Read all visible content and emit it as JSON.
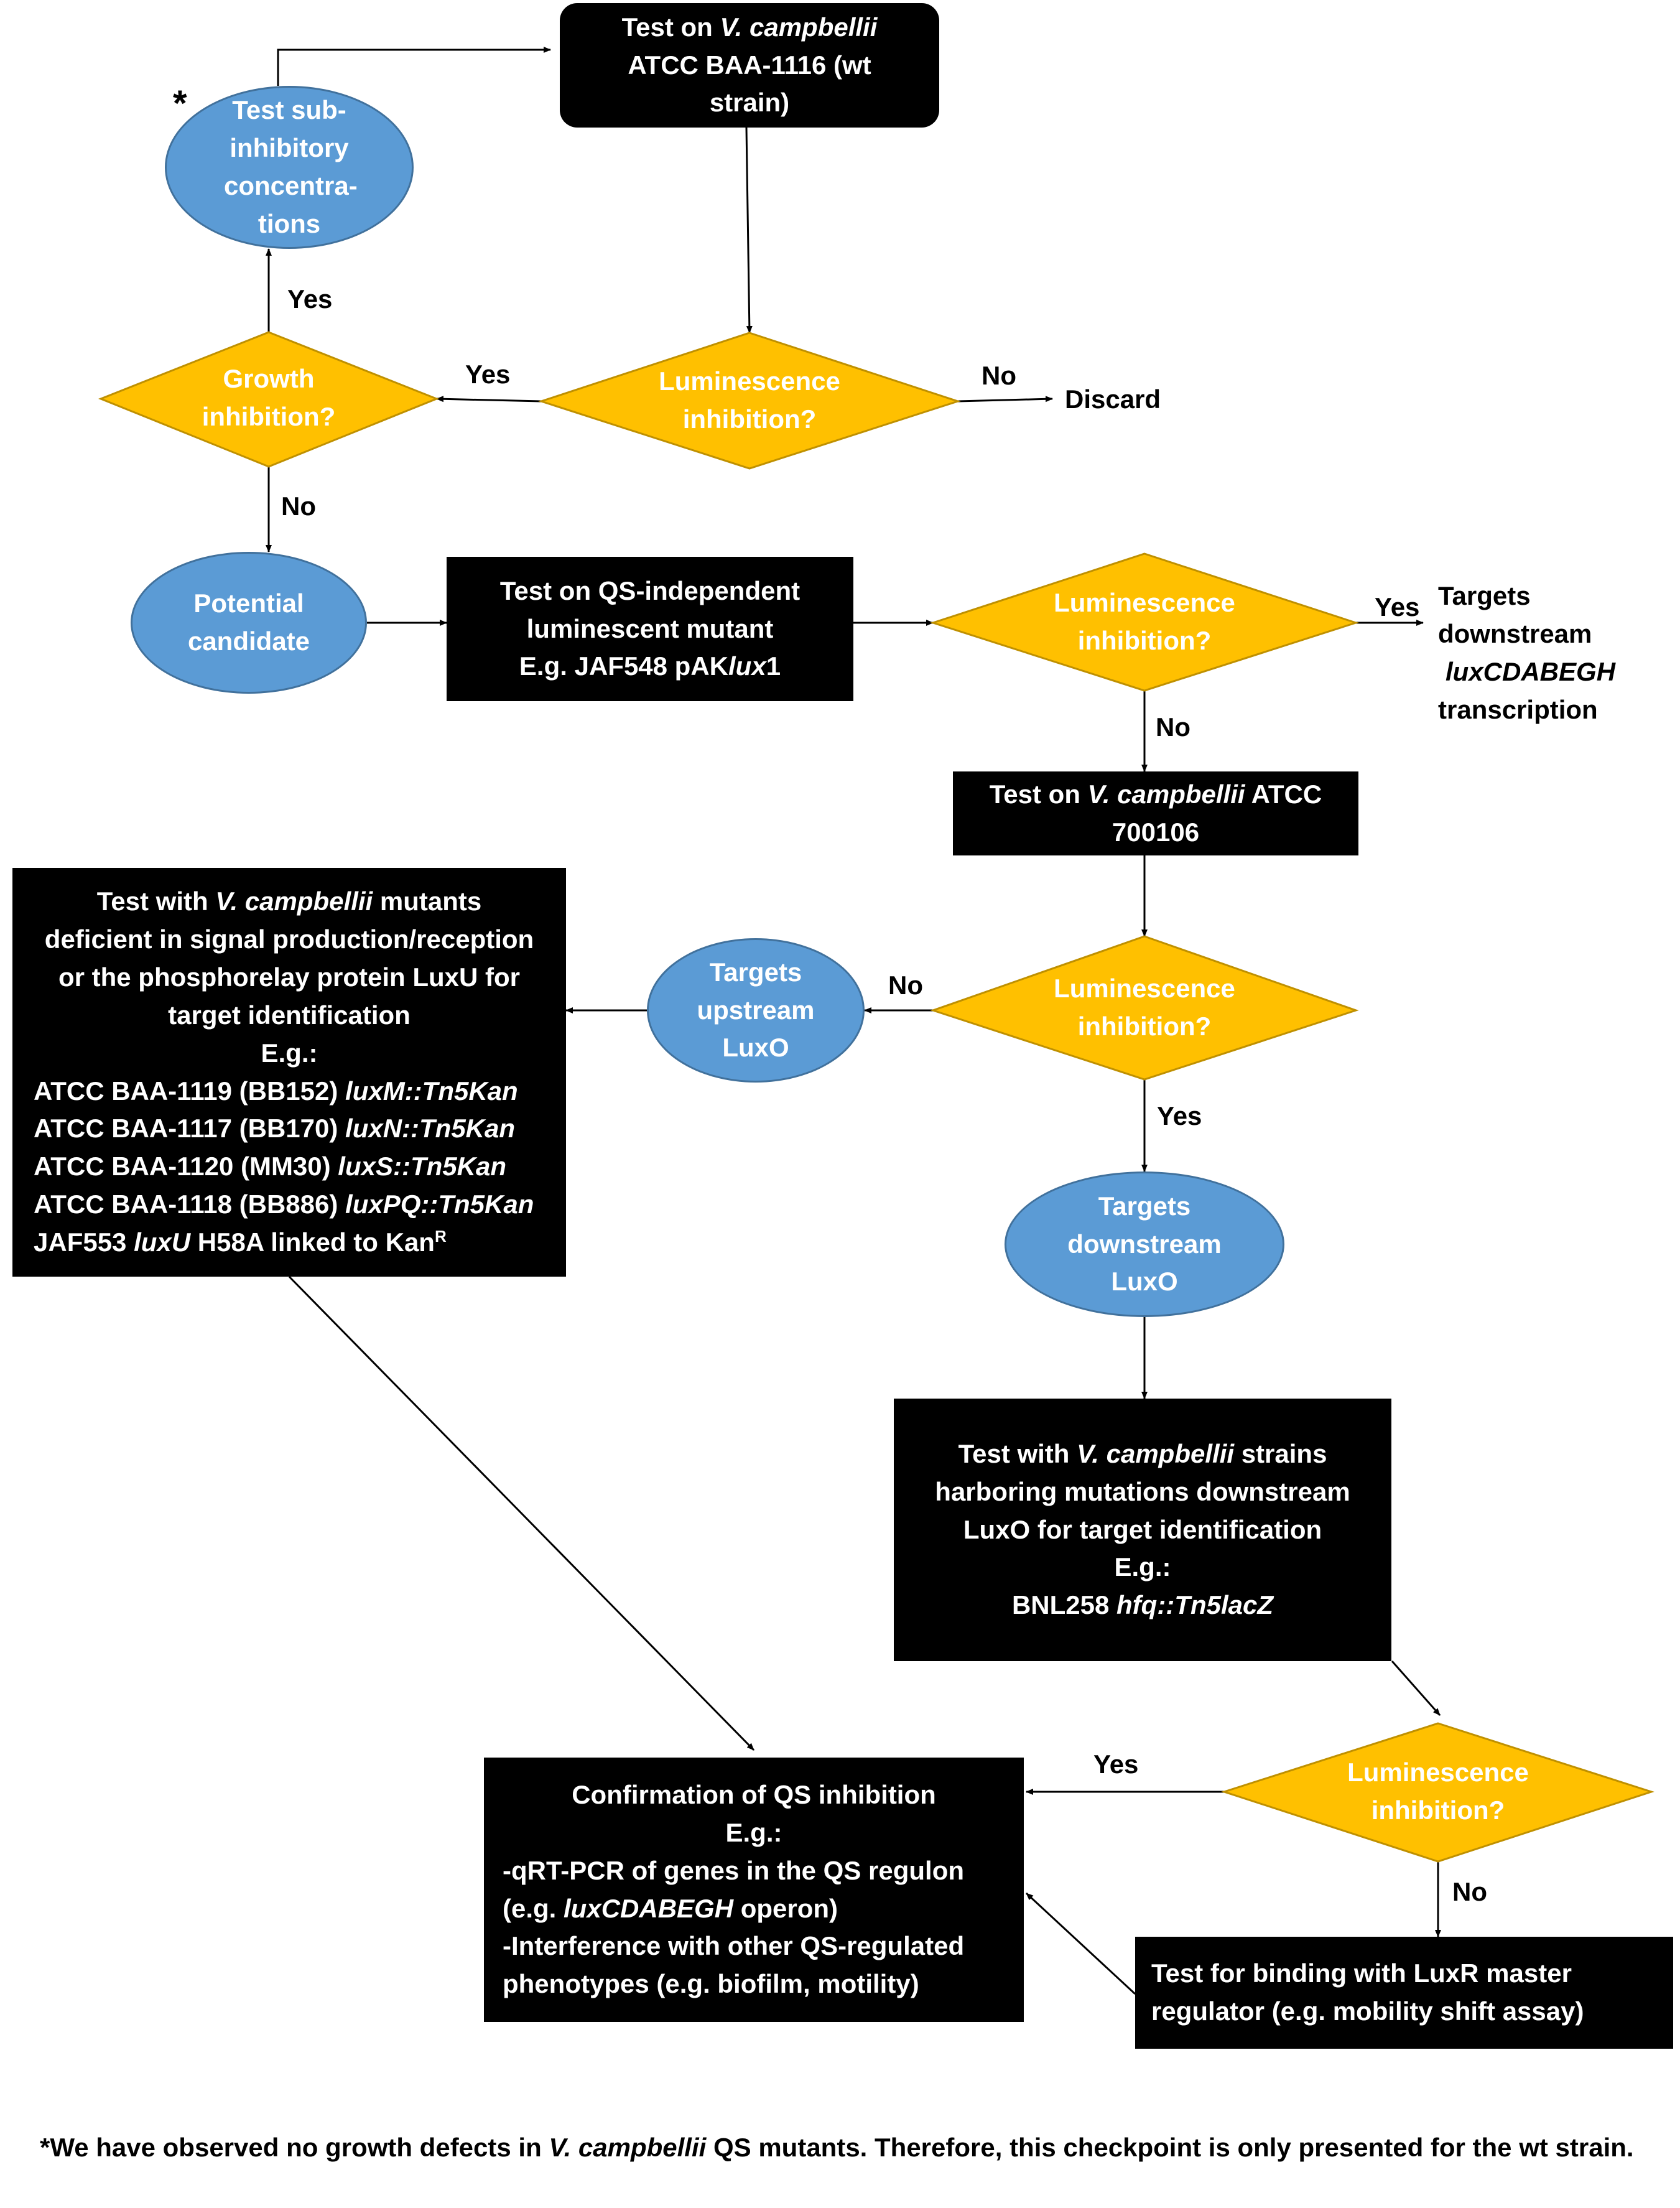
{
  "nodes": {
    "test_wt": {
      "pre": "Test on ",
      "species": "V. campbellii",
      "rest": "ATCC BAA-1116 (wt strain)"
    },
    "lum_inhib_1": "Luminescence inhibition?",
    "discard": "Discard",
    "growth_inhib": "Growth inhibition?",
    "test_subinhib": "Test sub-inhibitory concentra-tions",
    "potential_candidate": "Potential candidate",
    "test_qs_independent": {
      "line1": "Test on QS-independent",
      "line2": "luminescent mutant",
      "line3_pre": "E.g. JAF548 pAK",
      "line3_it": "lux",
      "line3_post": "1"
    },
    "lum_inhib_2": "Luminescence inhibition?",
    "targets_downstream_lux": {
      "line1": "Targets",
      "line2": "downstream",
      "line3": "luxCDABEGH",
      "line4": "transcription"
    },
    "test_700106": {
      "pre": "Test on ",
      "species": "V. campbellii",
      "rest": " ATCC 700106"
    },
    "lum_inhib_3": "Luminescence inhibition?",
    "targets_upstream_luxo": "Targets upstream LuxO",
    "targets_downstream_luxo": "Targets downstream LuxO",
    "test_mutants_upstream": {
      "line1_pre": "Test with ",
      "line1_species": "V. campbellii",
      "line1_post": " mutants",
      "line2": "deficient in signal production/reception",
      "line3": "or the phosphorelay protein LuxU for",
      "line4": "target identification",
      "eg": "E.g.:",
      "strains": [
        {
          "name": "ATCC BAA-1119 (BB152) ",
          "gene": "luxM::Tn5Kan"
        },
        {
          "name": "ATCC BAA-1117 (BB170) ",
          "gene": "luxN::Tn5Kan"
        },
        {
          "name": "ATCC BAA-1120 (MM30) ",
          "gene": "luxS::Tn5Kan"
        },
        {
          "name": "ATCC BAA-1118 (BB886) ",
          "gene": "luxPQ::Tn5Kan"
        }
      ],
      "last_pre": "JAF553 ",
      "last_gene": "luxU",
      "last_post": " H58A linked to Kan",
      "last_sup": "R"
    },
    "test_strains_downstream": {
      "line1_pre": "Test with ",
      "line1_species": "V. campbellii",
      "line1_post": " strains",
      "line2": "harboring mutations downstream",
      "line3": "LuxO for target identification",
      "eg": "E.g.:",
      "strain_pre": "BNL258 ",
      "strain_gene": "hfq::Tn5lacZ"
    },
    "lum_inhib_4": "Luminescence inhibition?",
    "confirmation": {
      "line1": "Confirmation of QS inhibition",
      "eg": "E.g.:",
      "line3": "-qRT-PCR of genes in the QS regulon",
      "line4_pre": "(e.g. ",
      "line4_gene": "luxCDABEGH",
      "line4_post": " operon)",
      "line5": "-Interference with other QS-regulated",
      "line6": "phenotypes (e.g. biofilm, motility)"
    },
    "test_binding": {
      "line1": "Test for binding with LuxR master",
      "line2": "regulator (e.g. mobility shift assay)"
    }
  },
  "edge_labels": {
    "yes_subinhib": "Yes",
    "yes_growth": "Yes",
    "no_discard": "No",
    "no_candidate": "No",
    "yes_downstream_lux": "Yes",
    "no_700106": "No",
    "no_upstream": "No",
    "yes_downstream_luxo": "Yes",
    "yes_confirmation": "Yes",
    "no_binding": "No"
  },
  "asterisk": "*",
  "footnote": {
    "pre": "*We have observed no growth defects in ",
    "species": "V. campbellii",
    "post": " QS mutants. Therefore, this checkpoint is only presented for the wt strain."
  },
  "colors": {
    "decision": "#ffc000",
    "decision_border": "#bf9000",
    "oval": "#5b9bd5",
    "box": "#000000",
    "line": "#000000"
  }
}
